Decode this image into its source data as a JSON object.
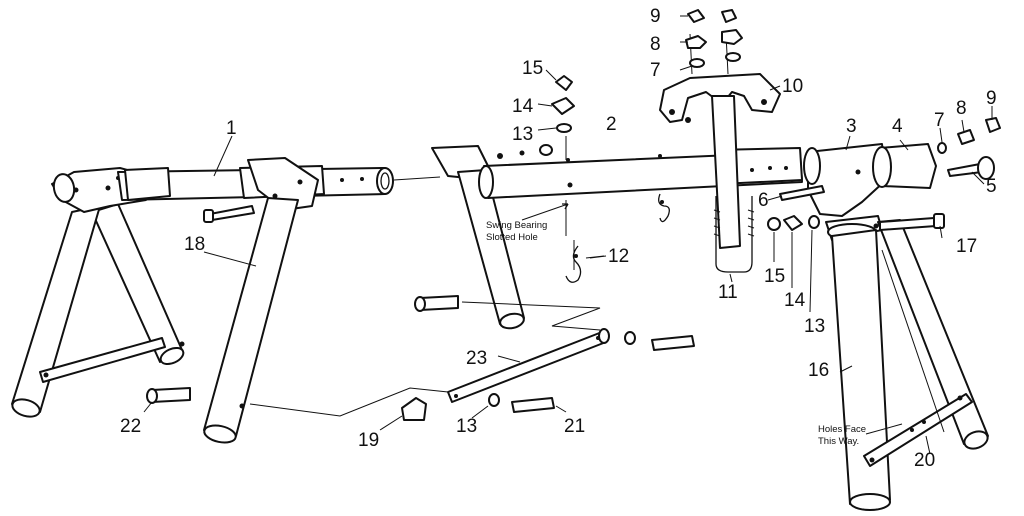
{
  "callouts": {
    "c1": "1",
    "c2": "2",
    "c3": "3",
    "c4": "4",
    "c5": "5",
    "c6": "6",
    "c7a": "7",
    "c7b": "7",
    "c8a": "8",
    "c8b": "8",
    "c9a": "9",
    "c9b": "9",
    "c10": "10",
    "c11": "11",
    "c12": "12",
    "c13a": "13",
    "c13b": "13",
    "c13c": "13",
    "c14a": "14",
    "c14b": "14",
    "c15a": "15",
    "c15b": "15",
    "c16": "16",
    "c17": "17",
    "c18": "18",
    "c19": "19",
    "c20": "20",
    "c21": "21",
    "c22": "22",
    "c23": "23"
  },
  "notes": {
    "swing_bearing_line1": "Swing Bearing",
    "swing_bearing_line2": "Slotted Hole",
    "holes_face_line1": "Holes Face",
    "holes_face_line2": "This Way."
  }
}
